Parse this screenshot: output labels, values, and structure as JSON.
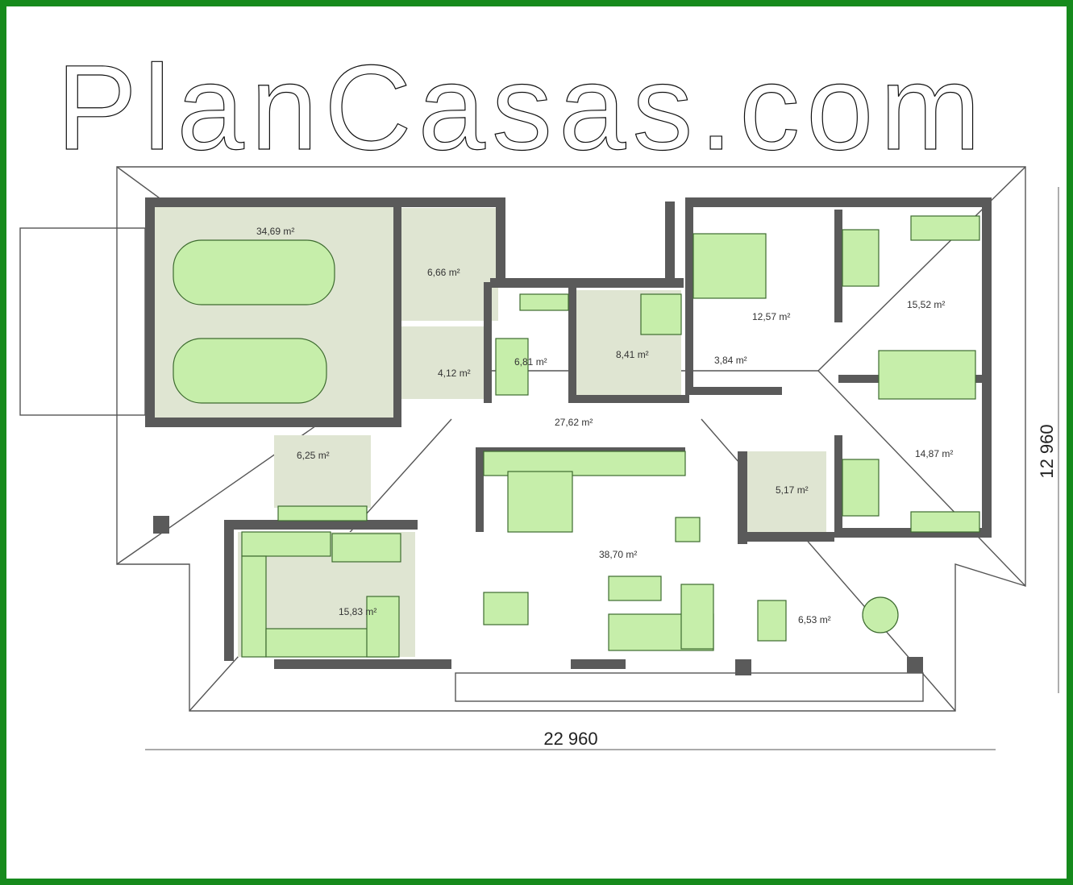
{
  "plan": {
    "rooms": [
      {
        "id": "garage",
        "area": "34,69 m²"
      },
      {
        "id": "utility",
        "area": "6,66 m²"
      },
      {
        "id": "wc",
        "area": "4,12 m²"
      },
      {
        "id": "office",
        "area": "6,81 m²"
      },
      {
        "id": "bathroom",
        "area": "8,41 m²"
      },
      {
        "id": "master-bedroom",
        "area": "12,57 m²"
      },
      {
        "id": "wardrobe",
        "area": "3,84 m²"
      },
      {
        "id": "bedroom-1",
        "area": "15,52 m²"
      },
      {
        "id": "hall",
        "area": "27,62 m²"
      },
      {
        "id": "bedroom-2",
        "area": "14,87 m²"
      },
      {
        "id": "entrance",
        "area": "6,25 m²"
      },
      {
        "id": "bathroom-2",
        "area": "5,17 m²"
      },
      {
        "id": "living",
        "area": "38,70 m²"
      },
      {
        "id": "kitchen",
        "area": "15,83 m²"
      },
      {
        "id": "terrace",
        "area": "6,53 m²"
      }
    ],
    "width_dimension": "22 960",
    "depth_dimension": "12 960"
  },
  "watermark": "PlanCasas.com",
  "colors": {
    "frame": "#168a1c",
    "walls": "#5a5a5a",
    "furniture": "#c6eeaa",
    "floor": "#dfe5d2"
  }
}
